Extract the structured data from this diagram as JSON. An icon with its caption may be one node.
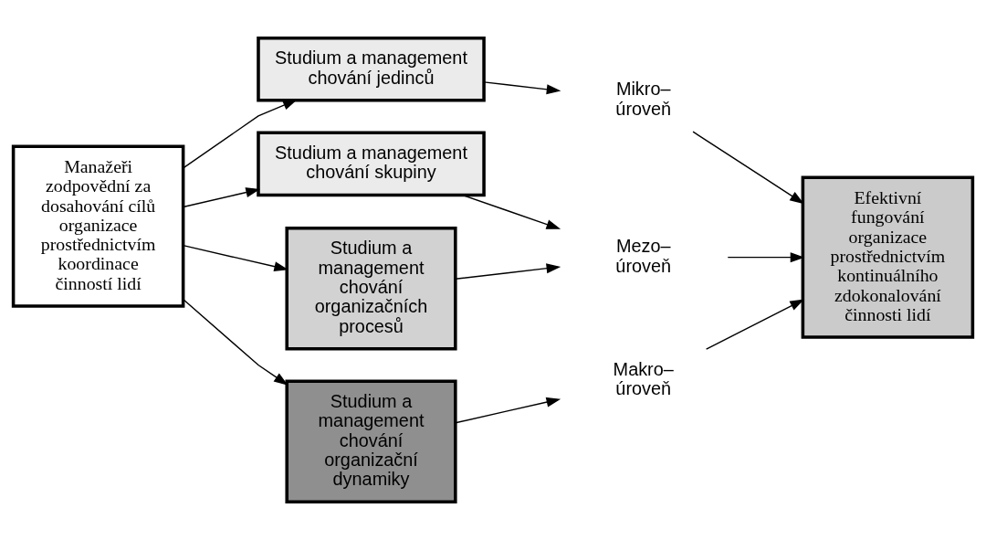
{
  "diagram": {
    "nodes": [
      {
        "text": [
          "Manažeři zodpovědní za dosahování cílů organizace prostřednictvím koordinace činností lidí"
        ]
      },
      {
        "text": [
          "Studium a management chování jedinců"
        ]
      },
      {
        "text": [
          "Studium a management chování skupiny"
        ]
      },
      {
        "text": [
          "Studium a management chování organizačních procesů"
        ]
      },
      {
        "text": [
          "Studium a management chování organizační dynamiky"
        ]
      },
      {
        "text": [
          "Mikro– úroveň"
        ]
      },
      {
        "text": [
          "Mezo– úroveň"
        ]
      },
      {
        "text": [
          "Makro– úroveň"
        ]
      },
      {
        "text": [
          "Efektivní fungování organizace prostřednictvím kontinuálního zdokonalování činnosti lidí"
        ]
      }
    ],
    "edges": [
      {
        "from": 0,
        "to": 1,
        "arrow": "to"
      },
      {
        "from": 0,
        "to": 2,
        "arrow": "to"
      },
      {
        "from": 0,
        "to": 3,
        "arrow": "to"
      },
      {
        "from": 0,
        "to": 4,
        "arrow": "to"
      },
      {
        "from": 1,
        "to": 5,
        "arrow": "to"
      },
      {
        "from": 2,
        "to": 6,
        "arrow": "to"
      },
      {
        "from": 3,
        "to": 6,
        "arrow": "to"
      },
      {
        "from": 4,
        "to": 7,
        "arrow": "to"
      },
      {
        "from": 5,
        "to": 8,
        "arrow": "to"
      },
      {
        "from": 6,
        "to": 8,
        "arrow": "to"
      },
      {
        "from": 7,
        "to": 8,
        "arrow": "to"
      }
    ]
  }
}
